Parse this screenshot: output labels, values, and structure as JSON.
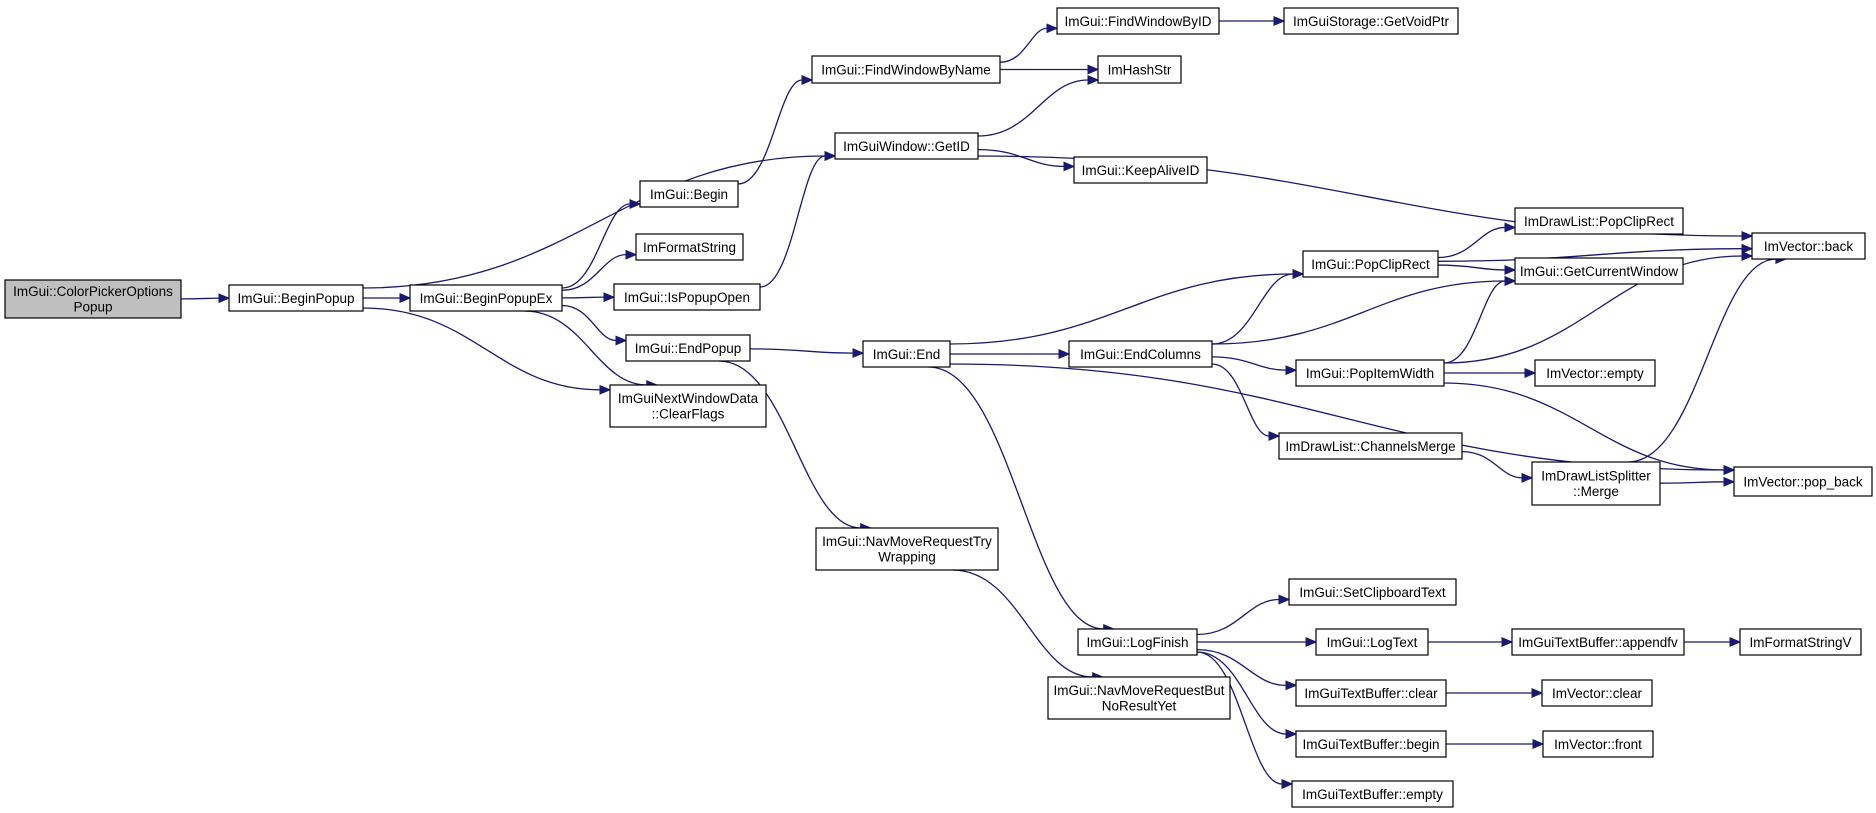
{
  "diagram": {
    "type": "call-graph",
    "colors": {
      "edge": "#191970",
      "root_fill": "#bfbfbf",
      "node_fill": "#ffffff",
      "node_border": "#000000"
    },
    "nodes": [
      {
        "id": "ColorPickerOptionsPopup",
        "lines": [
          "ImGui::ColorPickerOptions",
          "Popup"
        ]
      },
      {
        "id": "BeginPopup",
        "lines": [
          "ImGui::BeginPopup"
        ]
      },
      {
        "id": "BeginPopupEx",
        "lines": [
          "ImGui::BeginPopupEx"
        ]
      },
      {
        "id": "Begin",
        "lines": [
          "ImGui::Begin"
        ]
      },
      {
        "id": "ImFormatString",
        "lines": [
          "ImFormatString"
        ]
      },
      {
        "id": "IsPopupOpen",
        "lines": [
          "ImGui::IsPopupOpen"
        ]
      },
      {
        "id": "EndPopup",
        "lines": [
          "ImGui::EndPopup"
        ]
      },
      {
        "id": "ClearFlags",
        "lines": [
          "ImGuiNextWindowData",
          "::ClearFlags"
        ]
      },
      {
        "id": "FindWindowByName",
        "lines": [
          "ImGui::FindWindowByName"
        ]
      },
      {
        "id": "GetID",
        "lines": [
          "ImGuiWindow::GetID"
        ]
      },
      {
        "id": "FindWindowByID",
        "lines": [
          "ImGui::FindWindowByID"
        ]
      },
      {
        "id": "GetVoidPtr",
        "lines": [
          "ImGuiStorage::GetVoidPtr"
        ]
      },
      {
        "id": "ImHashStr",
        "lines": [
          "ImHashStr"
        ]
      },
      {
        "id": "KeepAliveID",
        "lines": [
          "ImGui::KeepAliveID"
        ]
      },
      {
        "id": "End",
        "lines": [
          "ImGui::End"
        ]
      },
      {
        "id": "NavMoveRequestTryWrapping",
        "lines": [
          "ImGui::NavMoveRequestTry",
          "Wrapping"
        ]
      },
      {
        "id": "NavMoveRequestButNoResultYet",
        "lines": [
          "ImGui::NavMoveRequestBut",
          "NoResultYet"
        ]
      },
      {
        "id": "EndColumns",
        "lines": [
          "ImGui::EndColumns"
        ]
      },
      {
        "id": "LogFinish",
        "lines": [
          "ImGui::LogFinish"
        ]
      },
      {
        "id": "PopClipRect",
        "lines": [
          "ImGui::PopClipRect"
        ]
      },
      {
        "id": "DrawListPopClipRect",
        "lines": [
          "ImDrawList::PopClipRect"
        ]
      },
      {
        "id": "GetCurrentWindow",
        "lines": [
          "ImGui::GetCurrentWindow"
        ]
      },
      {
        "id": "PopItemWidth",
        "lines": [
          "ImGui::PopItemWidth"
        ]
      },
      {
        "id": "ChannelsMerge",
        "lines": [
          "ImDrawList::ChannelsMerge"
        ]
      },
      {
        "id": "SplitterMerge",
        "lines": [
          "ImDrawListSplitter",
          "::Merge"
        ]
      },
      {
        "id": "VectorBack",
        "lines": [
          "ImVector::back"
        ]
      },
      {
        "id": "VectorEmpty",
        "lines": [
          "ImVector::empty"
        ]
      },
      {
        "id": "VectorPopBack",
        "lines": [
          "ImVector::pop_back"
        ]
      },
      {
        "id": "SetClipboardText",
        "lines": [
          "ImGui::SetClipboardText"
        ]
      },
      {
        "id": "LogText",
        "lines": [
          "ImGui::LogText"
        ]
      },
      {
        "id": "Appendfv",
        "lines": [
          "ImGuiTextBuffer::appendfv"
        ]
      },
      {
        "id": "ImFormatStringV",
        "lines": [
          "ImFormatStringV"
        ]
      },
      {
        "id": "TextBufferClear",
        "lines": [
          "ImGuiTextBuffer::clear"
        ]
      },
      {
        "id": "VectorClear",
        "lines": [
          "ImVector::clear"
        ]
      },
      {
        "id": "TextBufferBegin",
        "lines": [
          "ImGuiTextBuffer::begin"
        ]
      },
      {
        "id": "VectorFront",
        "lines": [
          "ImVector::front"
        ]
      },
      {
        "id": "TextBufferEmpty",
        "lines": [
          "ImGuiTextBuffer::empty"
        ]
      }
    ],
    "edges": [
      {
        "from": "ColorPickerOptionsPopup",
        "to": "BeginPopup"
      },
      {
        "from": "BeginPopup",
        "to": "BeginPopupEx"
      },
      {
        "from": "BeginPopup",
        "to": "GetID"
      },
      {
        "from": "BeginPopup",
        "to": "ClearFlags"
      },
      {
        "from": "BeginPopupEx",
        "to": "Begin"
      },
      {
        "from": "BeginPopupEx",
        "to": "ImFormatString"
      },
      {
        "from": "BeginPopupEx",
        "to": "IsPopupOpen"
      },
      {
        "from": "BeginPopupEx",
        "to": "EndPopup"
      },
      {
        "from": "BeginPopupEx",
        "to": "ClearFlags"
      },
      {
        "from": "Begin",
        "to": "FindWindowByName"
      },
      {
        "from": "IsPopupOpen",
        "to": "GetID"
      },
      {
        "from": "FindWindowByName",
        "to": "FindWindowByID"
      },
      {
        "from": "FindWindowByName",
        "to": "ImHashStr"
      },
      {
        "from": "FindWindowByID",
        "to": "GetVoidPtr"
      },
      {
        "from": "GetID",
        "to": "ImHashStr"
      },
      {
        "from": "GetID",
        "to": "KeepAliveID"
      },
      {
        "from": "GetID",
        "to": "VectorBack"
      },
      {
        "from": "EndPopup",
        "to": "End"
      },
      {
        "from": "EndPopup",
        "to": "NavMoveRequestTryWrapping"
      },
      {
        "from": "NavMoveRequestTryWrapping",
        "to": "NavMoveRequestButNoResultYet"
      },
      {
        "from": "End",
        "to": "PopClipRect"
      },
      {
        "from": "End",
        "to": "EndColumns"
      },
      {
        "from": "End",
        "to": "VectorPopBack"
      },
      {
        "from": "End",
        "to": "LogFinish"
      },
      {
        "from": "EndColumns",
        "to": "PopClipRect"
      },
      {
        "from": "EndColumns",
        "to": "GetCurrentWindow"
      },
      {
        "from": "EndColumns",
        "to": "PopItemWidth"
      },
      {
        "from": "EndColumns",
        "to": "ChannelsMerge"
      },
      {
        "from": "PopClipRect",
        "to": "VectorBack"
      },
      {
        "from": "PopClipRect",
        "to": "DrawListPopClipRect"
      },
      {
        "from": "PopClipRect",
        "to": "GetCurrentWindow"
      },
      {
        "from": "PopItemWidth",
        "to": "GetCurrentWindow"
      },
      {
        "from": "PopItemWidth",
        "to": "VectorBack"
      },
      {
        "from": "PopItemWidth",
        "to": "VectorEmpty"
      },
      {
        "from": "PopItemWidth",
        "to": "VectorPopBack"
      },
      {
        "from": "ChannelsMerge",
        "to": "SplitterMerge"
      },
      {
        "from": "SplitterMerge",
        "to": "VectorBack"
      },
      {
        "from": "SplitterMerge",
        "to": "VectorPopBack"
      },
      {
        "from": "LogFinish",
        "to": "SetClipboardText"
      },
      {
        "from": "LogFinish",
        "to": "LogText"
      },
      {
        "from": "LogFinish",
        "to": "TextBufferClear"
      },
      {
        "from": "LogFinish",
        "to": "TextBufferBegin"
      },
      {
        "from": "LogFinish",
        "to": "TextBufferEmpty"
      },
      {
        "from": "LogText",
        "to": "Appendfv"
      },
      {
        "from": "Appendfv",
        "to": "ImFormatStringV"
      },
      {
        "from": "TextBufferClear",
        "to": "VectorClear"
      },
      {
        "from": "TextBufferBegin",
        "to": "VectorFront"
      }
    ]
  }
}
